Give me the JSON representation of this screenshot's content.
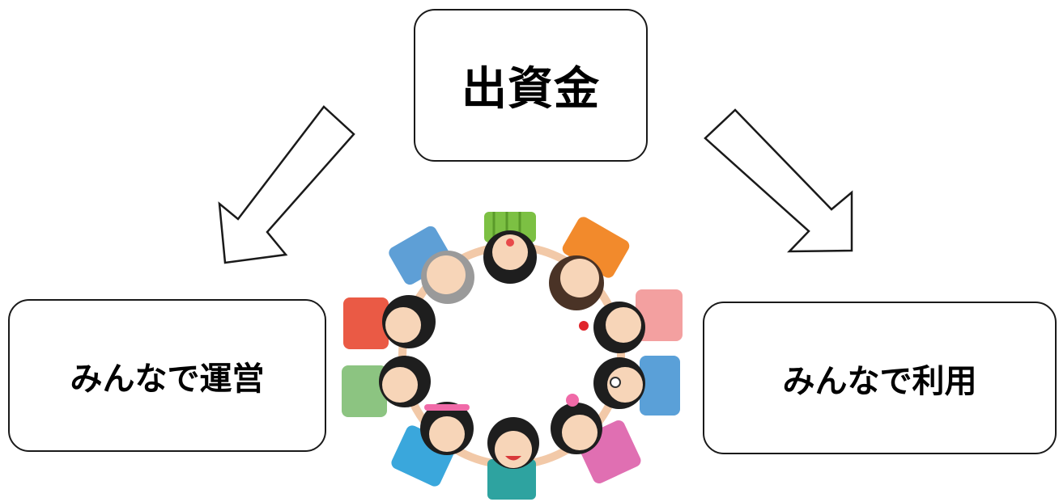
{
  "diagram": {
    "top_node": {
      "label": "出資金"
    },
    "left_node": {
      "label": "みんなで運営"
    },
    "right_node": {
      "label": "みんなで利用"
    },
    "arrows": [
      {
        "from": "top_node",
        "to": "left_node"
      },
      {
        "from": "top_node",
        "to": "right_node"
      }
    ],
    "illustration": {
      "subject": "children-holding-hands-in-circle",
      "shirt_colors": [
        "#7cc043",
        "#f28a2c",
        "#f3a0a0",
        "#5aa0d8",
        "#e06fb2",
        "#2ea3a0",
        "#3aa7dc",
        "#8cc481",
        "#ea5a45",
        "#5e9fd6"
      ]
    }
  }
}
